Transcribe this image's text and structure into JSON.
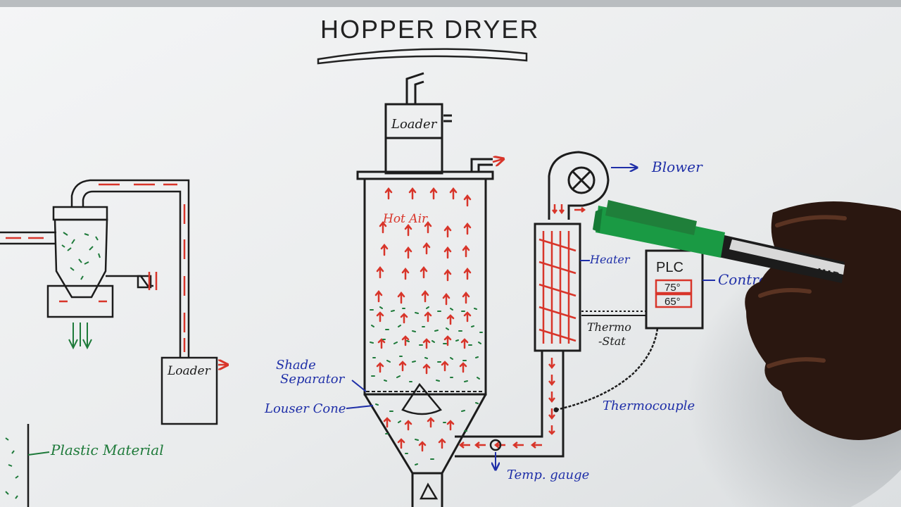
{
  "title": "HOPPER DRYER",
  "labels": {
    "loader_top": "Loader",
    "loader_bottom": "Loader",
    "blower": "Blower",
    "heater": "Heater",
    "plc": "PLC",
    "temp_set": "75°",
    "temp_actual": "65°",
    "controller": "Controller",
    "thermostat_line1": "Thermo",
    "thermostat_line2": "-Stat",
    "hot_air": "Hot Air",
    "shade_separator_line1": "Shade",
    "shade_separator_line2": "Separator",
    "louser_cone": "Louser Cone",
    "thermocouple": "Thermocouple",
    "plastic_material": "Plastic Material",
    "temp_gauge": "Temp. gauge",
    "marker_brand": "MAR"
  },
  "colors": {
    "board": "#eef0f1",
    "ink_black": "#1c1c1c",
    "ink_red": "#d8352a",
    "ink_green": "#1e7a3a",
    "ink_blue": "#1f2fa8",
    "marker_green": "#1a9a44",
    "hand_skin": "#2a1710"
  },
  "icons": {
    "blower": "blower-fan-icon",
    "gauge": "temperature-gauge-icon",
    "cone": "louser-cone-icon"
  }
}
